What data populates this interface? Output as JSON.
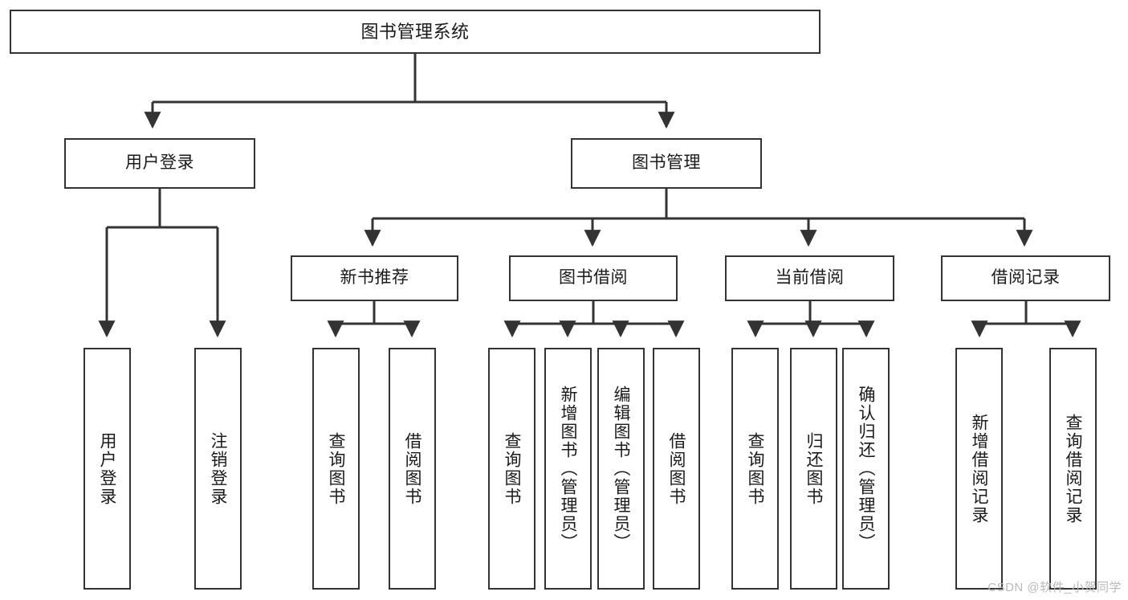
{
  "diagram": {
    "title": "图书管理系统",
    "watermark": "CSDN @软件_小贺同学",
    "colors": {
      "stroke": "#333333",
      "background": "#ffffff",
      "text": "#1a1a1a",
      "watermark": "#b9b9b9"
    },
    "nodes": {
      "root": {
        "label": "图书管理系统"
      },
      "level1": [
        {
          "label": "用户登录"
        },
        {
          "label": "图书管理"
        }
      ],
      "level2": [
        {
          "label": "新书推荐"
        },
        {
          "label": "图书借阅"
        },
        {
          "label": "当前借阅"
        },
        {
          "label": "借阅记录"
        }
      ],
      "leaves": {
        "user_login": [
          {
            "label": "用户登录"
          },
          {
            "label": "注销登录"
          }
        ],
        "new_book": [
          {
            "label": "查询图书"
          },
          {
            "label": "借阅图书"
          }
        ],
        "book_borrow": [
          {
            "label": "查询图书"
          },
          {
            "label": "新增图书（管理员）"
          },
          {
            "label": "编辑图书（管理员）"
          },
          {
            "label": "借阅图书"
          }
        ],
        "current_borrow": [
          {
            "label": "查询图书"
          },
          {
            "label": "归还图书"
          },
          {
            "label": "确认归还（管理员）"
          }
        ],
        "borrow_record": [
          {
            "label": "新增借阅记录"
          },
          {
            "label": "查询借阅记录"
          }
        ]
      }
    }
  }
}
